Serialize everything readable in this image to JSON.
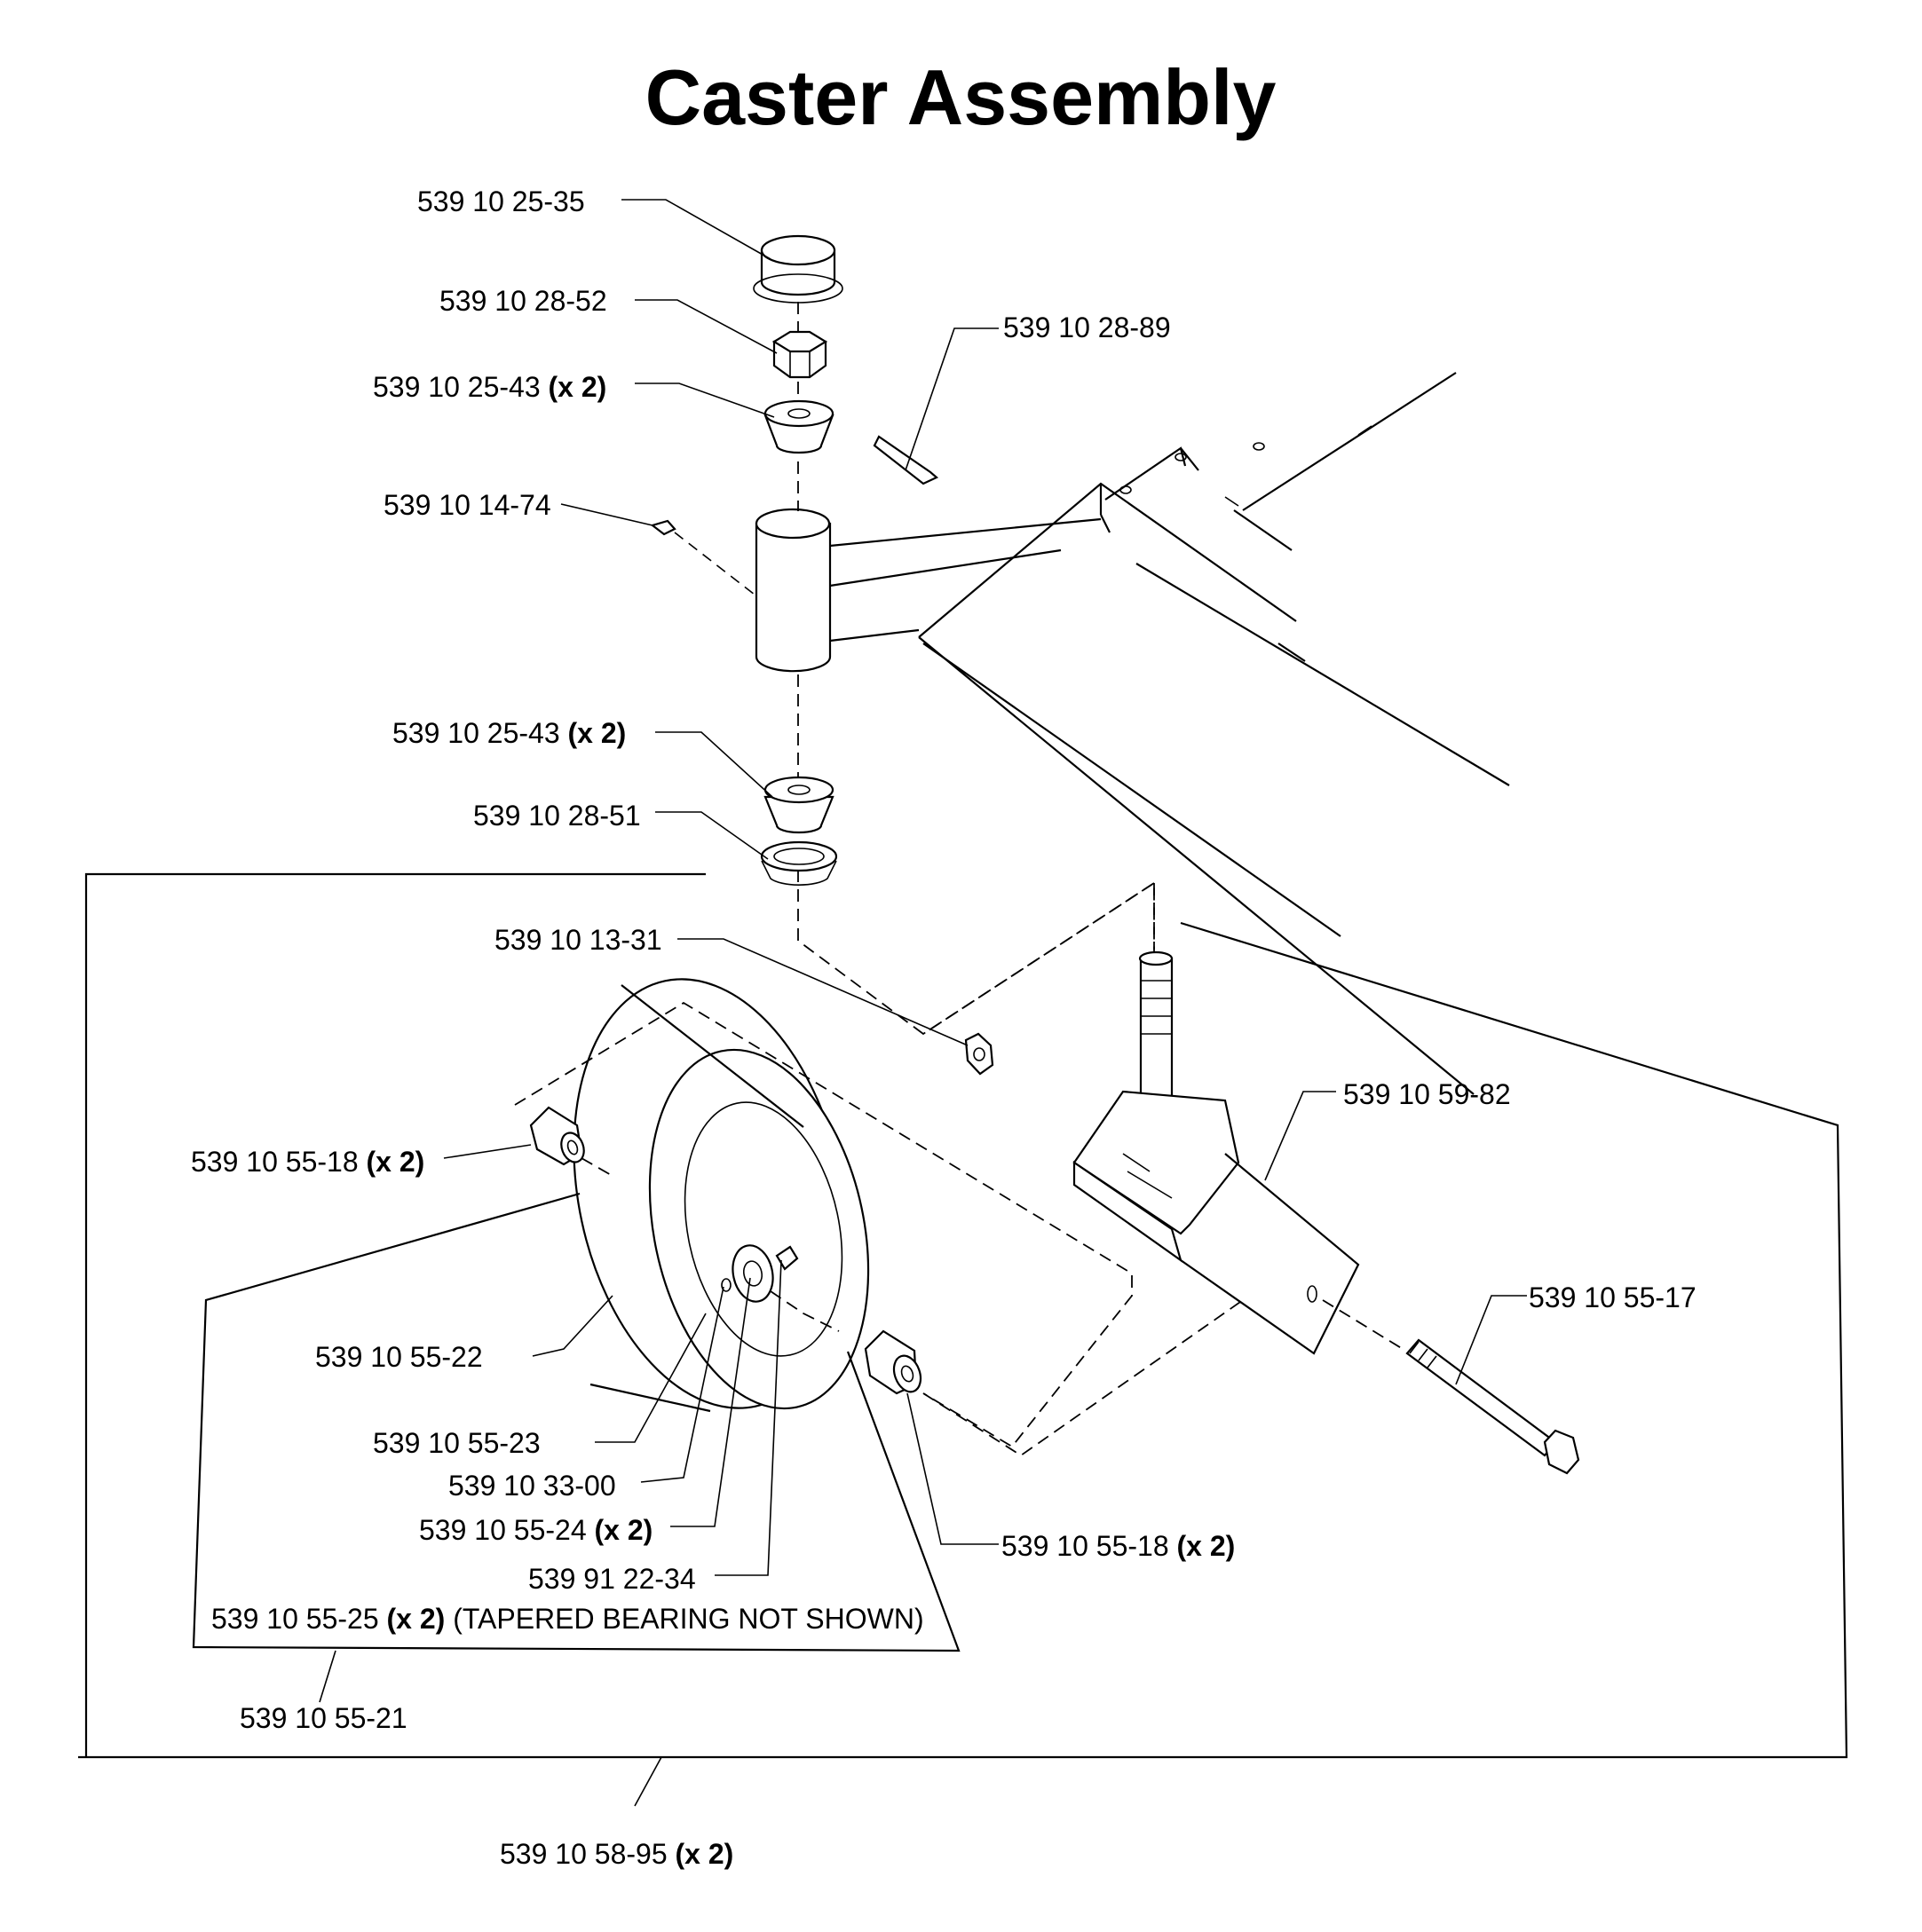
{
  "title": "Caster Assembly",
  "labels": {
    "p_251035": "539 10 25-35",
    "p_251052": "539 10 28-52",
    "p_102889": "539 10 28-89",
    "p_102543_top": "539 10 25-43",
    "p_101474": "539 10 14-74",
    "p_102543_bot": "539 10 25-43",
    "p_102851": "539 10 28-51",
    "p_101331": "539 10 13-31",
    "p_105982": "539 10 59-82",
    "p_105518_left": "539 10 55-18",
    "p_105517": "539 10 55-17",
    "p_105522": "539 10 55-22",
    "p_105523": "539 10 55-23",
    "p_103300": "539 10 33-00",
    "p_105524": "539 10 55-24",
    "p_105518_right": "539 10 55-18",
    "p_912234": "539 91 22-34",
    "p_105525": "539 10 55-25",
    "p_105525_note": "(TAPERED BEARING NOT SHOWN)",
    "p_105521": "539 10 55-21",
    "p_105895": "539 10 58-95"
  },
  "qty": {
    "x2": "(x 2)"
  }
}
